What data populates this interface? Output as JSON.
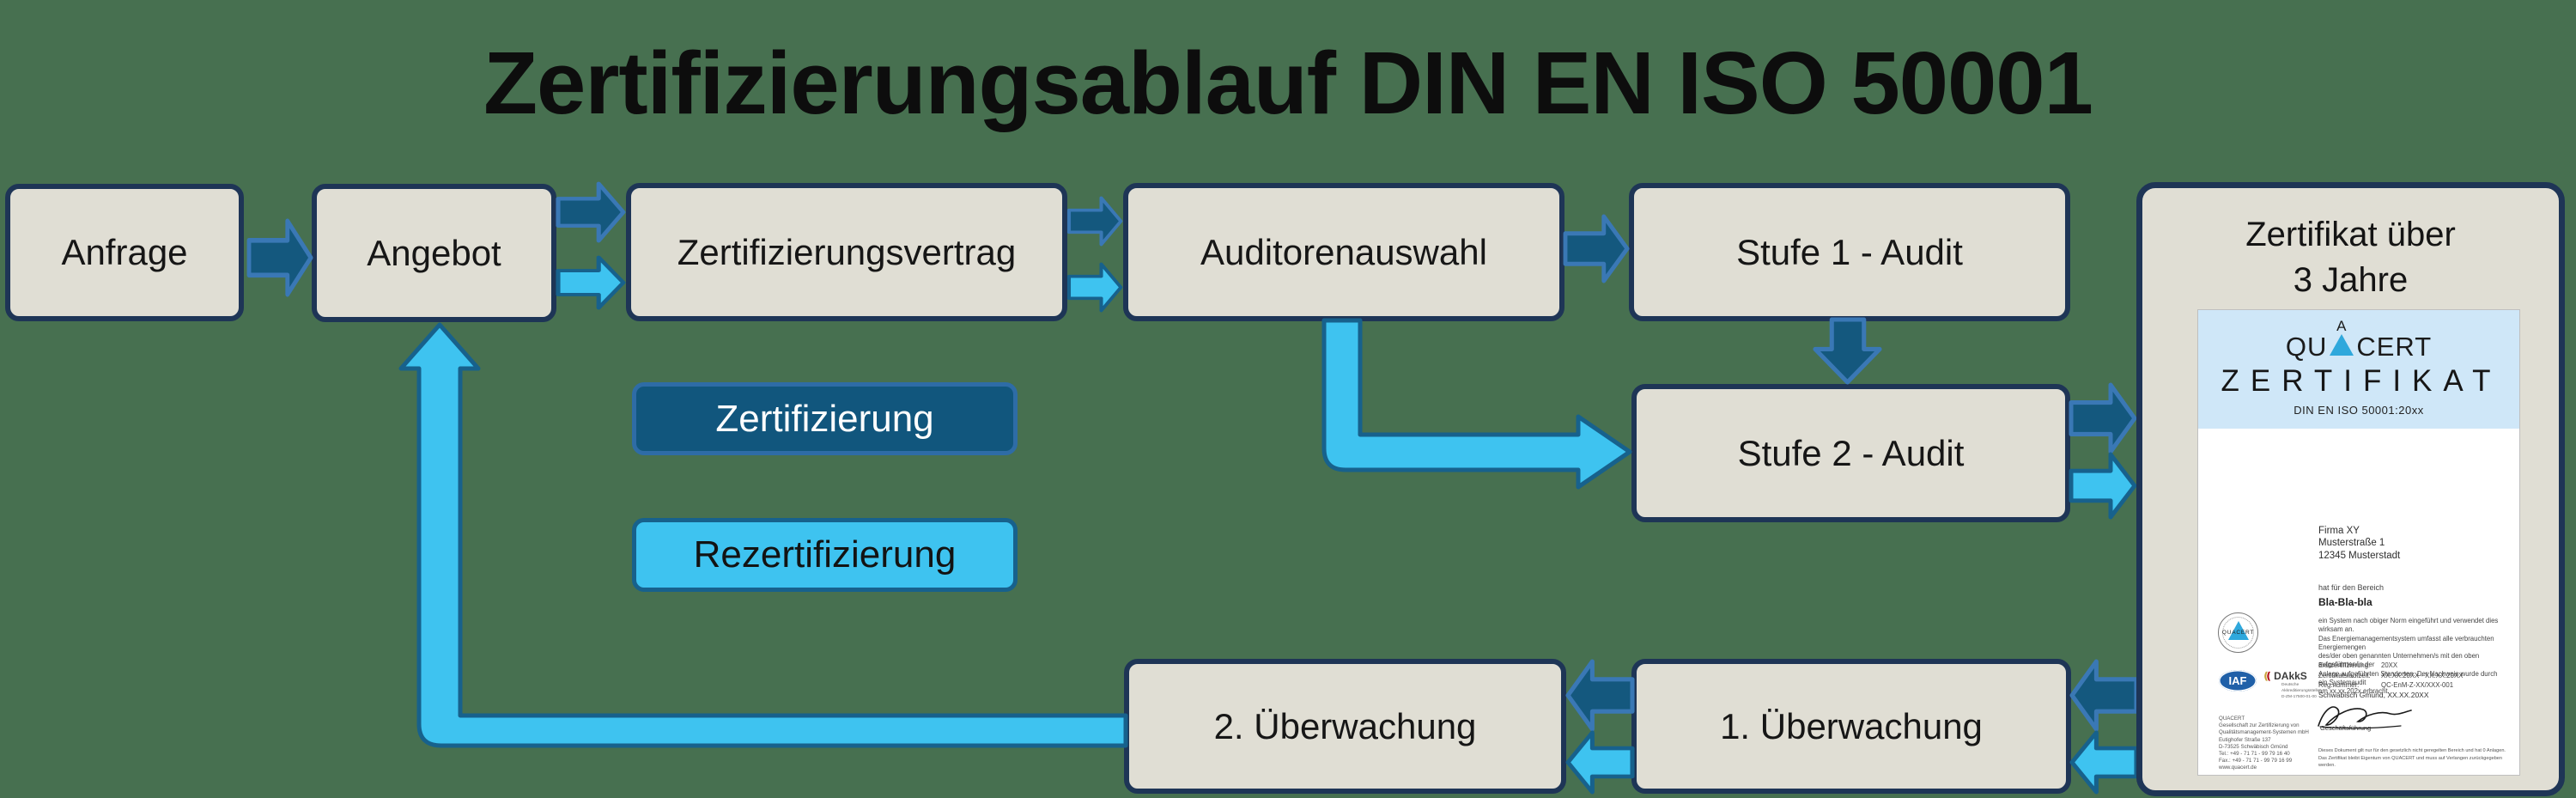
{
  "title": "Zertifizierungsablauf DIN EN ISO 50001",
  "colors": {
    "background": "#477050",
    "title-color": "#0d0d0d",
    "node-fill": "#e0ded4",
    "node-border": "#1e3556",
    "dark-arrow": "#14587e",
    "dark-arrow-stroke": "#3a78b5",
    "light-arrow": "#3ec3f0",
    "light-arrow-stroke": "#17618c",
    "legend-dark-fill": "#11567d",
    "legend-dark-border": "#2e6ca6",
    "cert-header": "#cfe7f8",
    "brand-triangle": "#2fa8dc",
    "iaf-blue": "#2060a8"
  },
  "nodes": {
    "anfrage": "Anfrage",
    "angebot": "Angebot",
    "zertifizierungsvertrag": "Zertifizierungsvertrag",
    "auditorenauswahl": "Auditorenauswahl",
    "stufe1_audit": "Stufe 1 - Audit",
    "stufe2_audit": "Stufe 2 - Audit",
    "ueberwachung2": "2. Überwachung",
    "ueberwachung1": "1. Überwachung"
  },
  "legend": {
    "zertifizierung": "Zertifizierung",
    "rezertifizierung": "Rezertifizierung"
  },
  "cert_panel": {
    "title_line1": "Zertifikat über",
    "title_line2": "3 Jahre"
  },
  "certificate": {
    "logo_qu": "QU",
    "logo_a": "A",
    "logo_cert": "CERT",
    "heading": "ZERTIFIKAT",
    "norm": "DIN EN ISO 50001:20xx",
    "recipient_lines": [
      "Firma XY",
      "Musterstraße 1",
      "12345 Musterstadt"
    ],
    "scope_label": "hat für den Bereich",
    "scope": "Bla-Bla-bla",
    "body_lines": [
      "ein System nach obiger Norm eingeführt und verwendet dies wirksam an.",
      "Das Energiemanagementsystem umfasst alle verbrauchten Energiemengen",
      "des/der oben genannten Unternehmen/s mit den oben aufgeführten/in der",
      "Anlage aufgeführten Standorten. Der Nachweis wurde durch ein Systemaudit",
      "am xx.xx.202x erbracht."
    ],
    "field_labels": [
      "Erstzertifizierung:",
      "Zertifikatslaufzeit:",
      "Reg.nummer:"
    ],
    "field_values": [
      "20XX",
      "XX.XX.20XX - XX.XX.20XX",
      "QC-EnM-Z-XX/XXX-001"
    ],
    "seal_text": "QUACERT",
    "iaf_label": "IAF",
    "dakks_label": "DAkkS",
    "dakks_sub_lines": [
      "Deutsche",
      "Akkreditierungsstelle",
      "D-ZM-17500-01-00"
    ],
    "place_date": "Schwäbisch Gmünd, XX.XX.20XX",
    "signature_label": "Geschäftsführung",
    "address_lines": [
      "QUACERT",
      "Gesellschaft zur Zertifizierung von",
      "Qualitätsmanagement-Systemen mbH",
      "Eutighofer Straße 137",
      "D-73525 Schwäbisch Gmünd",
      "Tel.: +49 - 71 71 - 99 79 16 40",
      "Fax.: +49 - 71 71 - 99 79 16 99",
      "www.quacert.de"
    ],
    "disclaimer_lines": [
      "Dieses Dokument gilt nur für den gesetzlich nicht geregelten Bereich und hat 0 Anlagen.",
      "Das Zertifikat bleibt Eigentum von QUACERT und muss auf Verlangen zurückgegeben werden."
    ]
  }
}
